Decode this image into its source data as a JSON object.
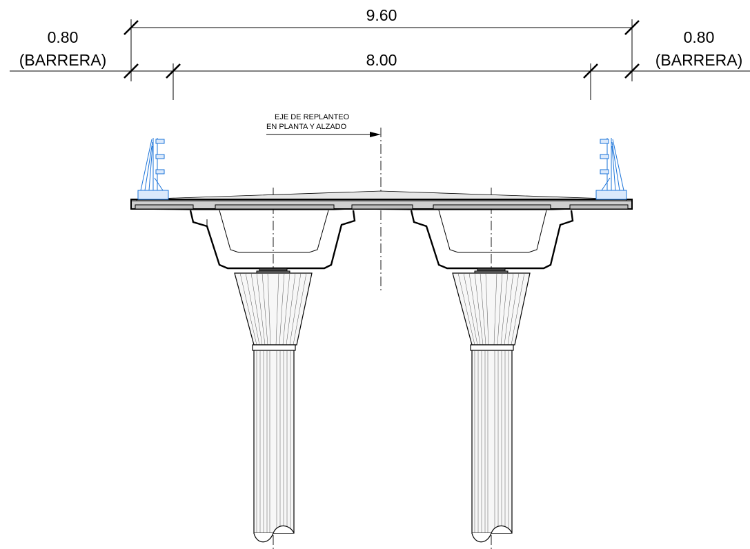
{
  "dimensions": {
    "total_width": "9.60",
    "deck_width": "8.00",
    "barrier_left": {
      "value": "0.80",
      "label": "(BARRERA)"
    },
    "barrier_right": {
      "value": "0.80",
      "label": "(BARRERA)"
    }
  },
  "axis_note": {
    "line1": "EJE DE REPLANTEO",
    "line2": "EN PLANTA Y ALZADO"
  },
  "colors": {
    "line": "#000000",
    "barrier": "#1a73d9",
    "concrete": "#d9d9d9",
    "deck_slab": "#bdbdbd"
  }
}
